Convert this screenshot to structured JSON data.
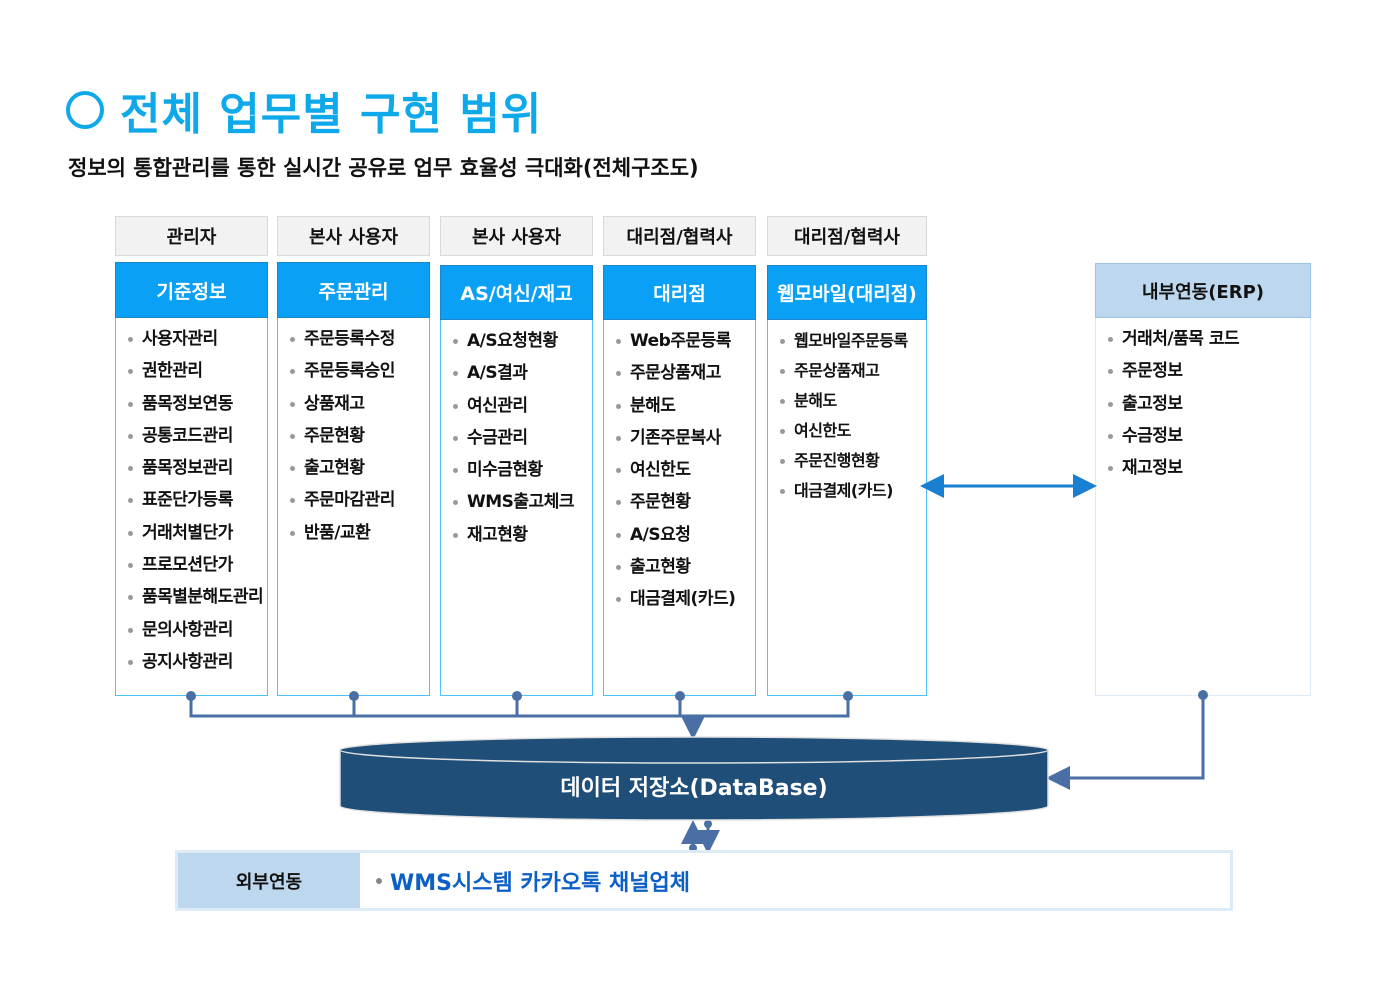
{
  "title": "전체 업무별 구현 범위",
  "subtitle": "정보의 통합관리를 통한 실시간 공유로 업무 효율성 극대화(전체구조도)",
  "columns": [
    {
      "role": "관리자",
      "module": "기준정보",
      "items": [
        "사용자관리",
        "권한관리",
        "품목정보연동",
        "공통코드관리",
        "품목정보관리",
        "표준단가등록",
        "거래처별단가",
        "프로모션단가",
        "품목별분해도관리",
        "문의사항관리",
        "공지사항관리"
      ]
    },
    {
      "role": "본사 사용자",
      "module": "주문관리",
      "items": [
        "주문등록수정",
        "주문등록승인",
        "상품재고",
        "주문현황",
        "출고현황",
        "주문마감관리",
        "반품/교환"
      ]
    },
    {
      "role": "본사 사용자",
      "module": "AS/여신/재고",
      "items": [
        "A/S요청현황",
        "A/S결과",
        "여신관리",
        "수금관리",
        "미수금현황",
        "WMS출고체크",
        "재고현황"
      ]
    },
    {
      "role": "대리점/협력사",
      "module": "대리점",
      "items": [
        "Web주문등록",
        "주문상품재고",
        "분해도",
        "기존주문복사",
        "여신한도",
        "주문현황",
        "A/S요청",
        "출고현황",
        "대금결제(카드)"
      ]
    },
    {
      "role": "대리점/협력사",
      "module": "웹모바일(대리점)",
      "items": [
        "웹모바일주문등록",
        "주문상품재고",
        "분해도",
        "여신한도",
        "주문진행현황",
        "대금결제(카드)"
      ]
    }
  ],
  "erp": {
    "title": "내부연동(ERP)",
    "items": [
      "거래처/품목 코드",
      "주문정보",
      "출고정보",
      "수금정보",
      "재고정보"
    ]
  },
  "database": "데이터 저장소(DataBase)",
  "external": {
    "label": "외부연동",
    "value": "WMS시스템 카카오톡 채널업체"
  },
  "colors": {
    "accent": "#0fa9ea",
    "module": "#0aa0f5",
    "db": "#1f4e79",
    "connector": "#4a6fa5"
  }
}
